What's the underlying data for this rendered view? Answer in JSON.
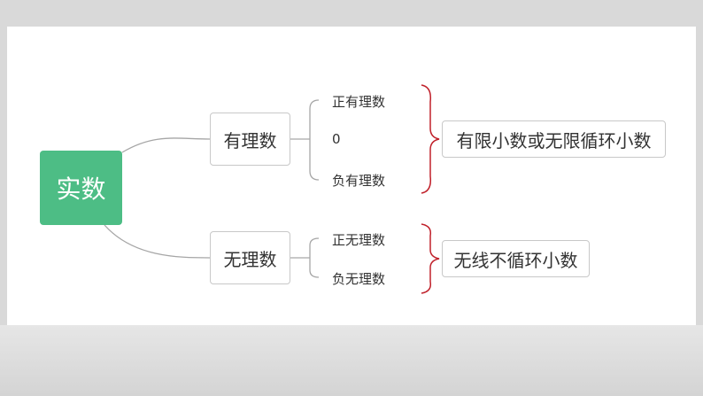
{
  "root": {
    "label": "实数"
  },
  "branches": [
    {
      "label": "有理数",
      "children": [
        "正有理数",
        "0",
        "负有理数"
      ],
      "summary": "有限小数或无限循环小数"
    },
    {
      "label": "无理数",
      "children": [
        "正无理数",
        "负无理数"
      ],
      "summary": "无线不循环小数"
    }
  ],
  "colors": {
    "root_fill": "#4dbd85",
    "connector": "#a6a6a6",
    "brace": "#c0202a"
  }
}
